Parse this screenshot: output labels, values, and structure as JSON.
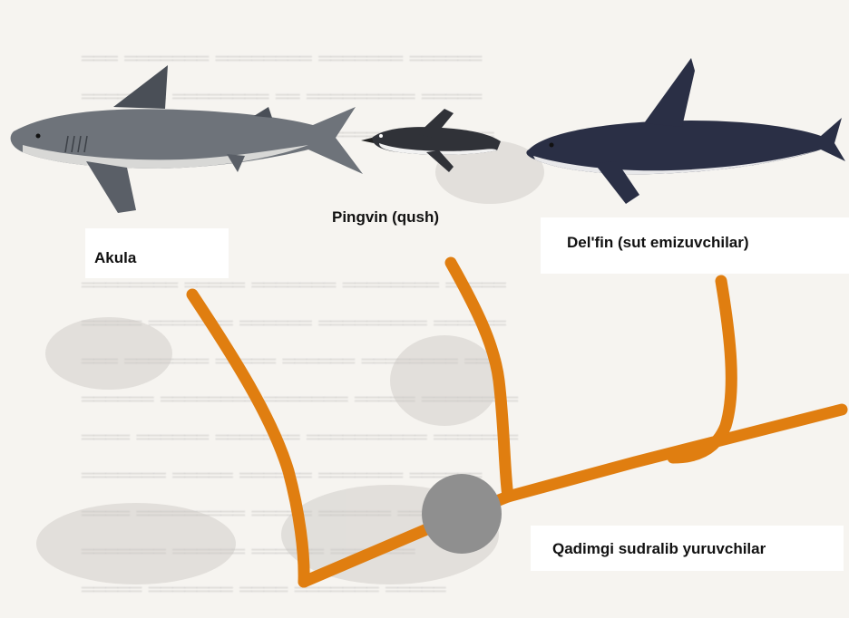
{
  "labels": {
    "shark": "Akula",
    "penguin": "Pingvin (qush)",
    "dolphin": "Del'fin (sut emizuvchilar)",
    "ancestor": "Qadimgi sudralib yuruvchilar"
  },
  "colors": {
    "branch": "#e07e10",
    "ancestor_node": "#8f8f8f",
    "shark_body": "#6e737a",
    "dolphin_body": "#2a2f45",
    "penguin_body": "#303238"
  },
  "icons": [
    "shark-icon",
    "penguin-icon",
    "dolphin-icon"
  ]
}
